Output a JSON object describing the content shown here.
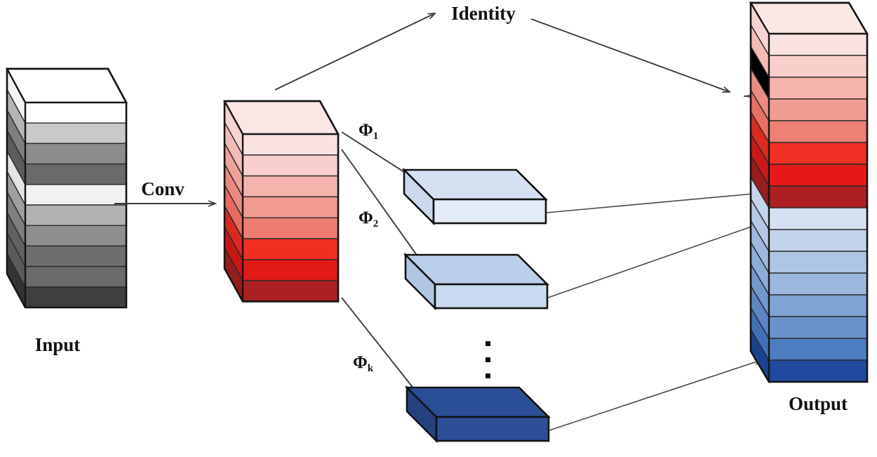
{
  "figure": {
    "title": "Residual module with identity mapping and cheap linear transforms",
    "background_color": "#ffffff",
    "line_color": "#3b3b3b",
    "text_color": "#111111"
  },
  "labels": {
    "input": "Input",
    "conv": "Conv",
    "identity": "Identity",
    "output": "Output",
    "phi_1": "Φ",
    "phi_1_sub": "1",
    "phi_2": "Φ",
    "phi_2_sub": "2",
    "phi_k": "Φ",
    "phi_k_sub": "k",
    "vertical_ellipsis": "⋮"
  },
  "blocks": {
    "input_stack": {
      "name": "Input",
      "layer_count": 10,
      "front_colors": [
        "#ffffff",
        "#c9c9c9",
        "#8d8d8d",
        "#6a6a6a",
        "#f0f1f2",
        "#b2b2b2",
        "#8f8f8f",
        "#6e6e6e",
        "#6a6a6a",
        "#3f3f3f"
      ],
      "side_colors": [
        "#f2f2f2",
        "#b5b5b5",
        "#7e7e7e",
        "#5d5d5d",
        "#e2e3e4",
        "#9f9f9f",
        "#7f7f7f",
        "#616161",
        "#5b5b5b",
        "#343434"
      ],
      "top_color": "#ffffff"
    },
    "conv_stack": {
      "name": "Conv feature map",
      "layer_count": 8,
      "front_colors": [
        "#fae2e0",
        "#f8cfcc",
        "#f4b4ad",
        "#f09a91",
        "#ee7c70",
        "#f02f22",
        "#e21a16",
        "#ab2020"
      ],
      "side_colors": [
        "#f6d3d0",
        "#f2bcb6",
        "#eda39a",
        "#e98a80",
        "#e86a5e",
        "#d92a1d",
        "#c81713",
        "#961c1c"
      ],
      "top_color": "#fbe6e4"
    },
    "ghost_slabs": [
      {
        "name": "ghost-slab-1",
        "top_color": "#d5e1f2",
        "front_color": "#e3ecf8",
        "side_color": "#ccd9ec"
      },
      {
        "name": "ghost-slab-2",
        "top_color": "#bacfe9",
        "front_color": "#c8daf0",
        "side_color": "#b0c6e2"
      },
      {
        "name": "ghost-slab-k",
        "top_color": "#2b4f96",
        "front_color": "#2c4f97",
        "side_color": "#24427f"
      }
    ],
    "output_stack": {
      "name": "Output",
      "layer_count": 16,
      "red_layer_count": 8,
      "blue_layer_count": 8,
      "front_colors": [
        "#fae2e0",
        "#f9cfcb",
        "#f4b4ac",
        "#f09d94",
        "#ef8075",
        "#f03024",
        "#e5191a",
        "#ad1f22",
        "#d5e1f2",
        "#c3d3ec",
        "#aec5e4",
        "#9bb7dd",
        "#7fa3d3",
        "#6b93cb",
        "#4d7cc0",
        "#214a9e"
      ],
      "side_colors": [
        "#f7d4d1",
        "#f3bcb5",
        "#edа39a",
        "#e98c82",
        "#e86f64",
        "#d92b20",
        "#cc1718",
        "#9a1c1e",
        "#c5d4ec",
        "#b4c7e5",
        "#9fb9de",
        "#8cabd6",
        "#7398cb",
        "#5e86c3",
        "#4270b4",
        "#1c4191"
      ],
      "top_color": "#fbe7e5"
    }
  },
  "connections": [
    {
      "name": "conv-arrow",
      "from": "input_stack",
      "to": "conv_stack",
      "label": "Conv"
    },
    {
      "name": "identity-arrow-out",
      "from": "conv_stack",
      "to": "identity-label",
      "label": "Identity"
    },
    {
      "name": "identity-arrow-in",
      "from": "identity-label",
      "to": "output_stack_brace",
      "label": ""
    },
    {
      "name": "phi1-arrow",
      "from": "conv_stack",
      "to": "ghost-slab-1",
      "label": "Φ₁"
    },
    {
      "name": "phi2-arrow",
      "from": "conv_stack",
      "to": "ghost-slab-2",
      "label": "Φ₂"
    },
    {
      "name": "phik-arrow",
      "from": "conv_stack",
      "to": "ghost-slab-k",
      "label": "Φₖ"
    },
    {
      "name": "slab1-out-arrow",
      "from": "ghost-slab-1",
      "to": "output_stack",
      "label": ""
    },
    {
      "name": "slab2-out-arrow",
      "from": "ghost-slab-2",
      "to": "output_stack",
      "label": ""
    },
    {
      "name": "slabk-out-arrow",
      "from": "ghost-slab-k",
      "to": "output_stack",
      "label": ""
    }
  ]
}
